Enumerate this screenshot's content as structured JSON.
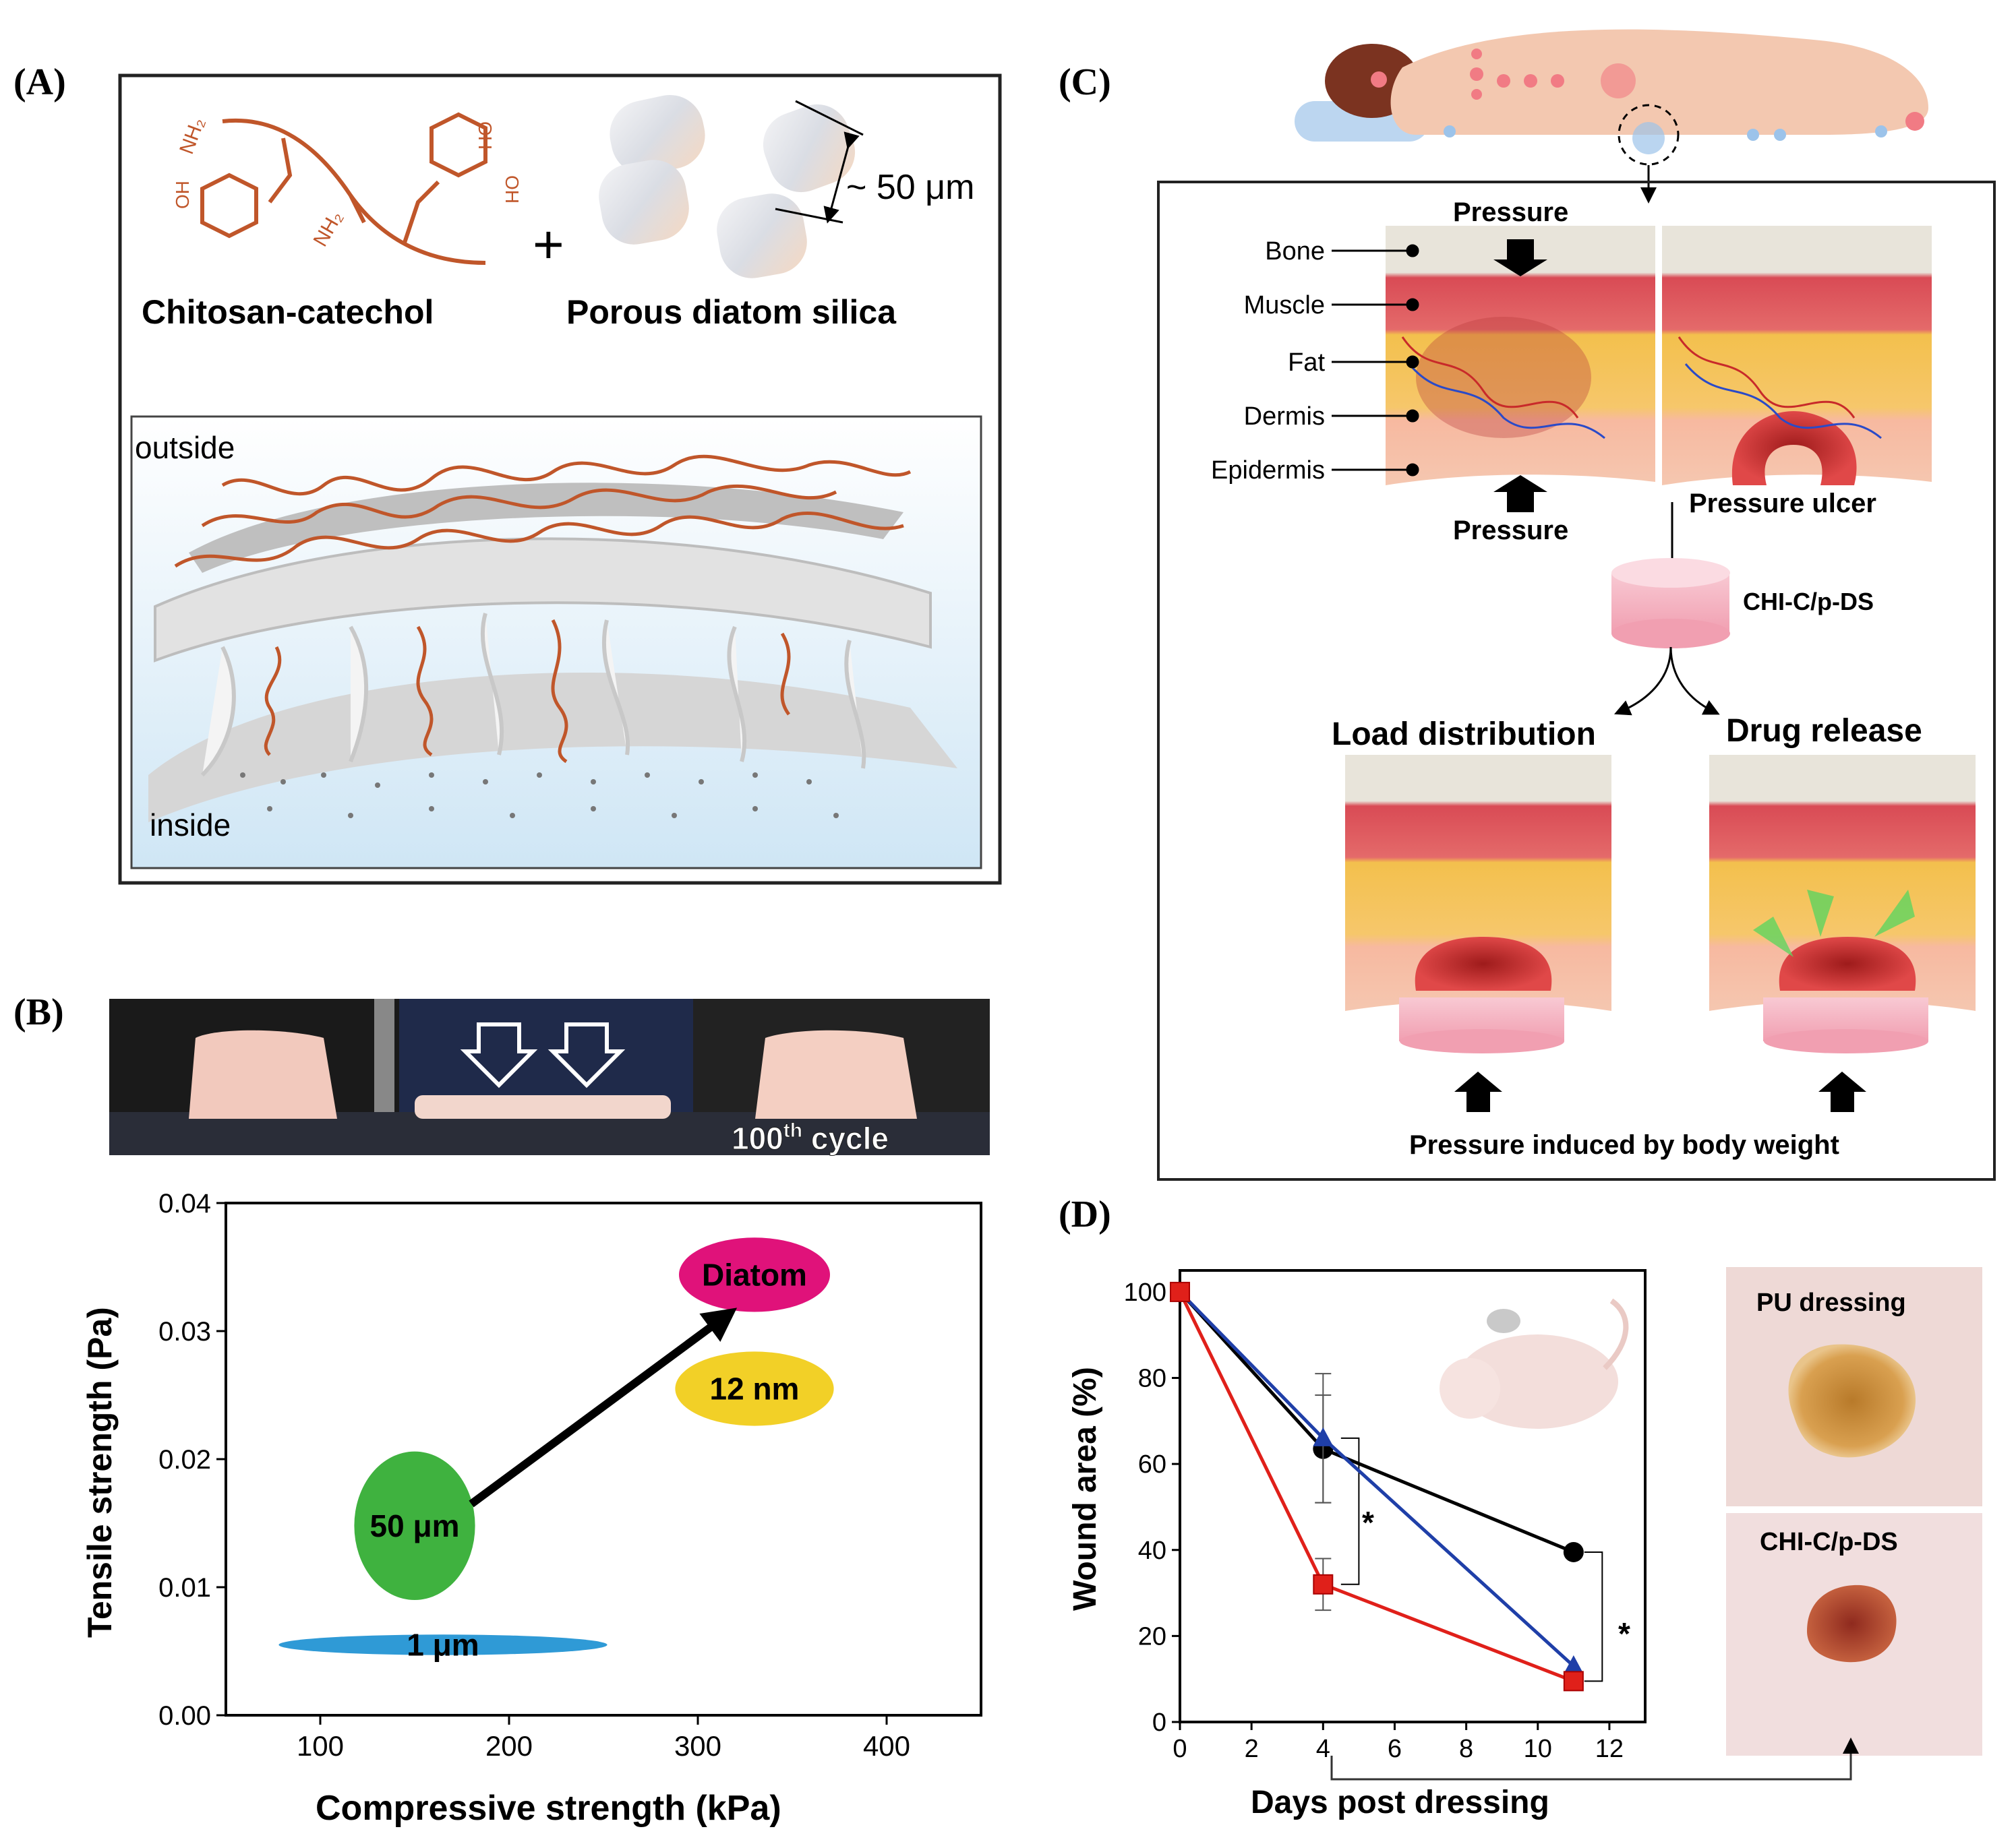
{
  "panels": {
    "A": {
      "label": "(A)",
      "component_1": "Chitosan-catechol",
      "component_2": "Porous diatom silica",
      "plus": "+",
      "size": "~ 50 μm",
      "nh2": "NH₂",
      "oh": "OH",
      "outside": "outside",
      "inside": "inside"
    },
    "B": {
      "label": "(B)",
      "photo_caption_main": "100",
      "photo_caption_sup": "th",
      "photo_caption_rest": " cycle",
      "xlabel": "Compressive strength (kPa)",
      "ylabel": "Tensile strength (Pa)"
    },
    "C": {
      "label": "(C)",
      "pressure_top": "Pressure",
      "pressure_bottom": "Pressure",
      "layers": [
        "Bone",
        "Muscle",
        "Fat",
        "Dermis",
        "Epidermis"
      ],
      "ulcer": "Pressure ulcer",
      "dressing": "CHI-C/p-DS",
      "load": "Load distribution",
      "drug": "Drug release",
      "body_weight": "Pressure induced by body weight"
    },
    "D": {
      "label": "(D)",
      "xlabel": "Days post dressing",
      "ylabel": "Wound area (%)",
      "star": "*",
      "photo_top": "PU dressing",
      "photo_bottom": "CHI-C/p-DS"
    }
  },
  "colors": {
    "chitosan": "#c0562a",
    "diatom": "#e0127a",
    "nm12": "#f2d027",
    "um50": "#3fb23f",
    "um1": "#2f9ad6",
    "black_series": "#000000",
    "blue_series": "#1f3fa8",
    "red_series": "#e0201a"
  },
  "chart_data": [
    {
      "type": "scatter",
      "xlabel": "Compressive strength (kPa)",
      "ylabel": "Tensile strength (Pa)",
      "xlim": [
        50,
        450
      ],
      "ylim": [
        0.0,
        0.04
      ],
      "xticks": [
        100,
        200,
        300,
        400
      ],
      "yticks": [
        "0.00",
        "0.01",
        "0.02",
        "0.03",
        "0.04"
      ],
      "regions": [
        {
          "label": "Diatom",
          "x": 330,
          "y": 0.0344,
          "rx": 40,
          "ry": 0.0029
        },
        {
          "label": "12 nm",
          "x": 330,
          "y": 0.0255,
          "rx": 42,
          "ry": 0.0029
        },
        {
          "label": "50 μm",
          "x": 150,
          "y": 0.0148,
          "rx": 32,
          "ry": 0.0058
        },
        {
          "label": "1  μm",
          "x": 165,
          "y": 0.0055,
          "rx": 87,
          "ry": 0.0008
        }
      ],
      "arrow": {
        "from": [
          180,
          0.0165
        ],
        "to": [
          315,
          0.0312
        ]
      }
    },
    {
      "type": "line",
      "xlabel": "Days post dressing",
      "ylabel": "Wound area (%)",
      "xlim": [
        0,
        13
      ],
      "ylim": [
        0,
        105
      ],
      "xticks": [
        0,
        2,
        4,
        6,
        8,
        10,
        12
      ],
      "yticks": [
        0,
        20,
        40,
        60,
        80,
        100
      ],
      "series": [
        {
          "color": "black",
          "marker": "circle",
          "x": [
            0,
            4,
            11
          ],
          "y": [
            100,
            63.5,
            39.5
          ],
          "err": [
            0,
            12.5,
            0
          ]
        },
        {
          "color": "blue",
          "marker": "triangle",
          "x": [
            0,
            4,
            11
          ],
          "y": [
            100,
            66,
            13
          ],
          "err": [
            0,
            15,
            0
          ]
        },
        {
          "color": "red",
          "marker": "square",
          "x": [
            0,
            4,
            11
          ],
          "y": [
            100,
            32,
            9.5
          ],
          "err": [
            0,
            6,
            0
          ]
        }
      ]
    }
  ]
}
